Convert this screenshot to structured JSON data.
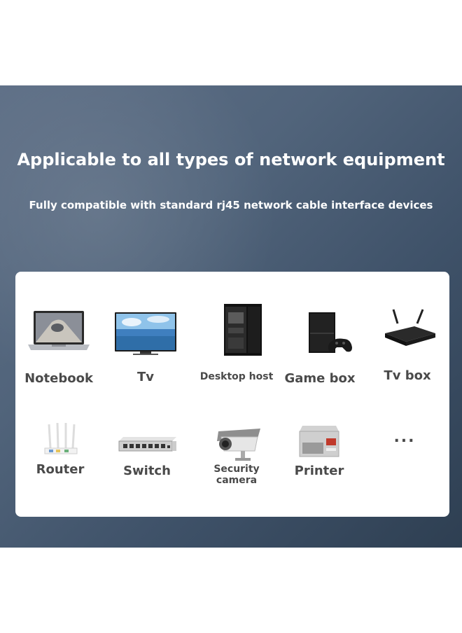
{
  "headline": "Applicable to all types of network equipment",
  "subline": "Fully compatible with standard rj45 network cable interface devices",
  "devices_row1": [
    {
      "label": "Notebook",
      "icon": "notebook-icon"
    },
    {
      "label": "Tv",
      "icon": "tv-icon"
    },
    {
      "label": "Desktop host",
      "icon": "desktop-host-icon"
    },
    {
      "label": "Game box",
      "icon": "game-box-icon"
    },
    {
      "label": "Tv box",
      "icon": "tv-box-icon"
    }
  ],
  "devices_row2": [
    {
      "label": "Router",
      "icon": "router-icon"
    },
    {
      "label": "Switch",
      "icon": "switch-icon"
    },
    {
      "label": "Security camera",
      "icon": "security-camera-icon"
    },
    {
      "label": "Printer",
      "icon": "printer-icon"
    },
    {
      "label": "...",
      "icon": "more-icon"
    }
  ]
}
